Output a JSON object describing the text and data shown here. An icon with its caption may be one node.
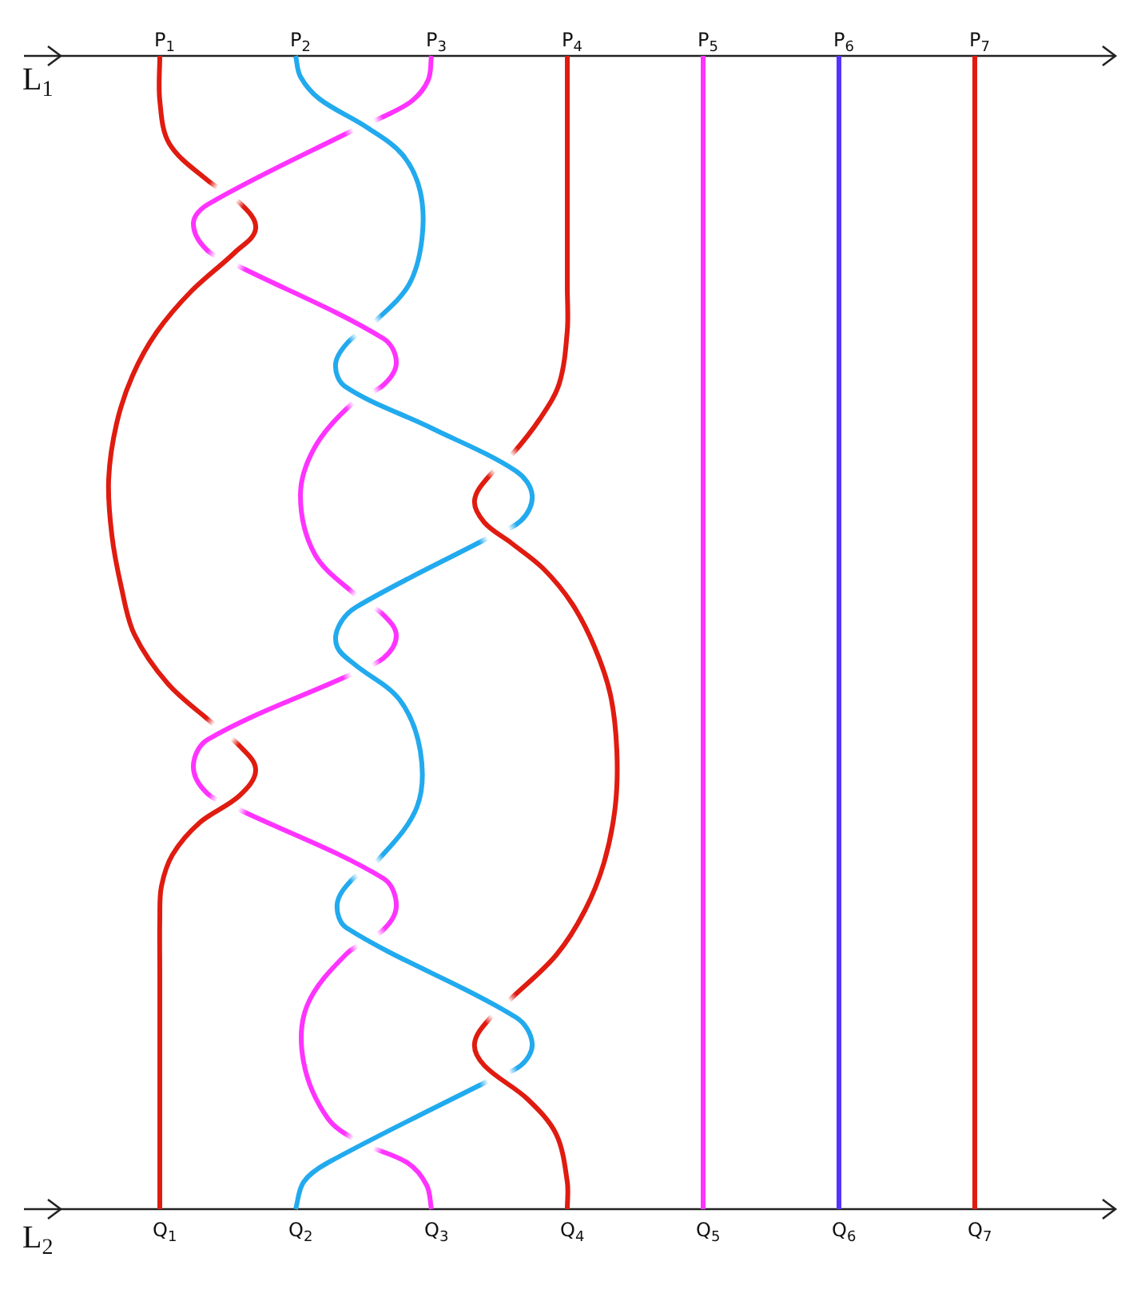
{
  "diagram": {
    "nodes": [
      {
        "text": [
          "P$_{1}$"
        ]
      },
      {
        "text": [
          "P$_{2}$"
        ]
      },
      {
        "text": [
          "P$_{3}$"
        ]
      },
      {
        "text": [
          "P$_{4}$"
        ]
      },
      {
        "text": [
          "P$_{5}$"
        ]
      },
      {
        "text": [
          "P$_{6}$"
        ]
      },
      {
        "text": [
          "P$_{7}$"
        ]
      },
      {
        "text": [
          "Q$_{1}$"
        ]
      },
      {
        "text": [
          "Q$_{2}$"
        ]
      },
      {
        "text": [
          "Q$_{3}$"
        ]
      },
      {
        "text": [
          "Q$_{4}$"
        ]
      },
      {
        "text": [
          "Q$_{5}$"
        ]
      },
      {
        "text": [
          "Q$_{6}$"
        ]
      },
      {
        "text": [
          "Q$_{7}$"
        ]
      }
    ],
    "edges": [
      {
        "from": 0,
        "to": 7,
        "arrow": "none"
      },
      {
        "from": 1,
        "to": 8,
        "arrow": "none",
        "color": "#22aaee"
      },
      {
        "from": 2,
        "to": 9,
        "arrow": "none",
        "color": "#ff33ff"
      },
      {
        "from": 3,
        "to": 10,
        "arrow": "none"
      },
      {
        "from": 4,
        "to": 11,
        "arrow": "none",
        "color": "#ff33ff"
      },
      {
        "from": 5,
        "to": 12,
        "arrow": "none",
        "color": "#5533ff"
      },
      {
        "from": 6,
        "to": 13,
        "arrow": "none"
      }
    ],
    "labels": [
      "L$_{1}$",
      "L$_{2}$"
    ]
  }
}
